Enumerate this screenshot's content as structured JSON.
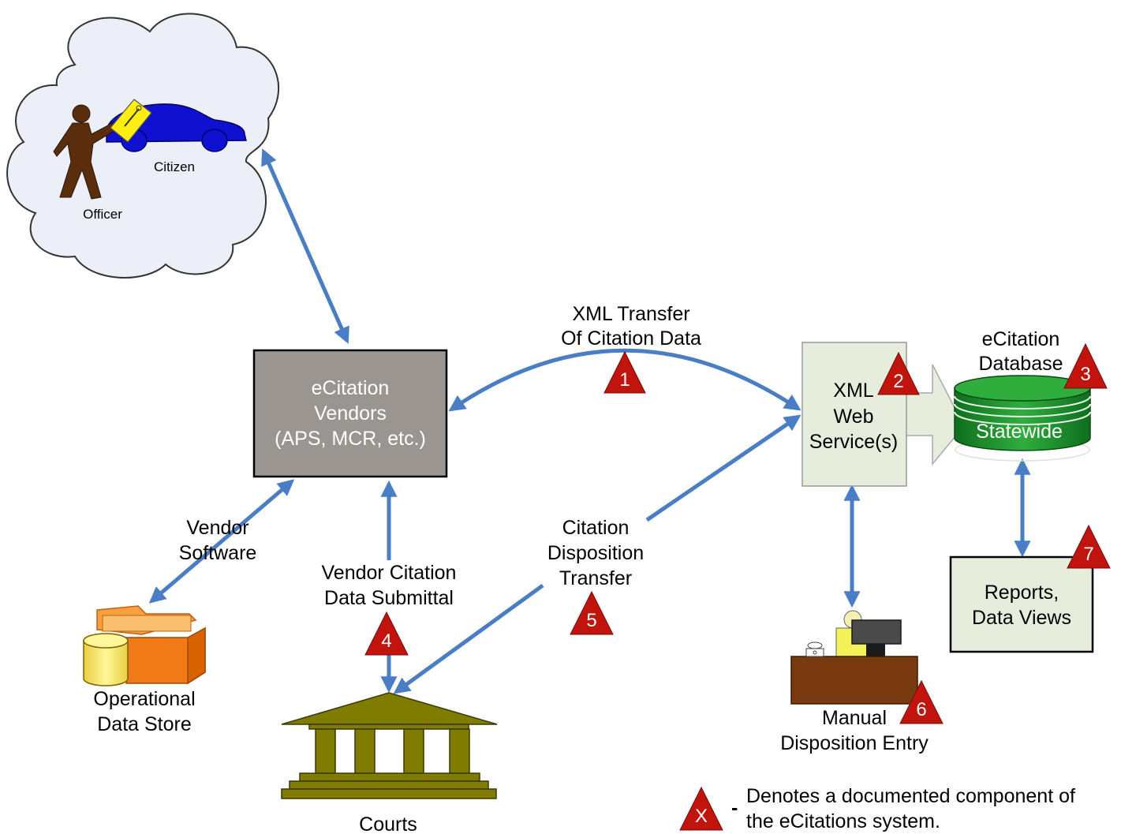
{
  "scene": {
    "citizen_label": "Citizen",
    "officer_label": "Officer"
  },
  "vendors_box": {
    "line1": "eCitation",
    "line2": "Vendors",
    "line3": "(APS, MCR, etc.)"
  },
  "xml_transfer_label": {
    "line1": "XML Transfer",
    "line2": "Of Citation Data"
  },
  "web_service_box": {
    "line1": "XML",
    "line2": "Web",
    "line3": "Service(s)"
  },
  "database": {
    "title_line1": "eCitation",
    "title_line2": "Database",
    "cylinder_label": "Statewide"
  },
  "vendor_software_label": {
    "line1": "Vendor",
    "line2": "Software"
  },
  "vendor_citation_label": {
    "line1": "Vendor Citation",
    "line2": "Data Submittal"
  },
  "disposition_label": {
    "line1": "Citation",
    "line2": "Disposition",
    "line3": "Transfer"
  },
  "reports_box": {
    "line1": "Reports,",
    "line2": "Data Views"
  },
  "ods_label": {
    "line1": "Operational",
    "line2": "Data Store"
  },
  "manual_entry_label": {
    "line1": "Manual",
    "line2": "Disposition Entry"
  },
  "courts_label": "Courts",
  "markers": {
    "m1": "1",
    "m2": "2",
    "m3": "3",
    "m4": "4",
    "m5": "5",
    "m6": "6",
    "m7": "7"
  },
  "legend": {
    "symbol": "X",
    "dash": "-",
    "line1": "Denotes a documented component of",
    "line2": "the eCitations system."
  },
  "colors": {
    "arrow": "#4a7ec4",
    "marker_fill": "#c0140c",
    "vendor_box": "#9a9590",
    "service_box": "#e6eddc",
    "database_green": "#1e8f2e",
    "courts_olive": "#807c00",
    "cloud_fill": "#eceff8"
  }
}
